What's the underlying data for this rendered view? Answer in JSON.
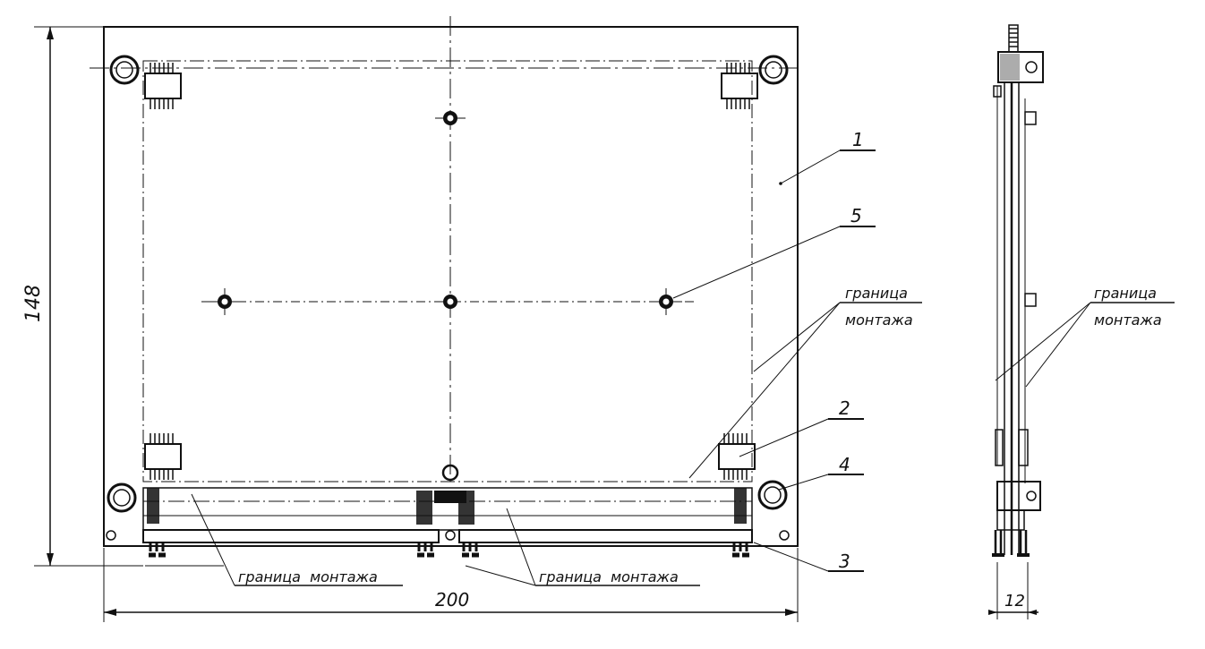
{
  "labels": {
    "part_1": "1",
    "part_2": "2",
    "part_3": "3",
    "part_4": "4",
    "part_5": "5",
    "boundary_word": "граница",
    "mounting_word": "монтажа",
    "boundary_bottom_left": "граница  монтажа",
    "boundary_bottom_right": "граница  монтажа"
  },
  "dimensions": {
    "height": "148",
    "width": "200",
    "thickness": "12"
  }
}
